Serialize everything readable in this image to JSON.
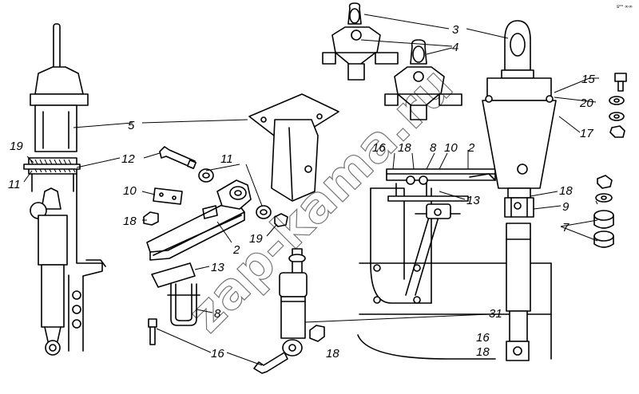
{
  "watermark": "zap-kama.ru",
  "corner_mark": "sᵒᵒ ∞∞",
  "labels": [
    {
      "id": "l3",
      "text": "3"
    },
    {
      "id": "l4",
      "text": "4"
    },
    {
      "id": "l5",
      "text": "5"
    },
    {
      "id": "l15",
      "text": "15"
    },
    {
      "id": "l20",
      "text": "20"
    },
    {
      "id": "l17",
      "text": "17"
    },
    {
      "id": "l19a",
      "text": "19"
    },
    {
      "id": "l11a",
      "text": "11"
    },
    {
      "id": "l12",
      "text": "12"
    },
    {
      "id": "l11b",
      "text": "11"
    },
    {
      "id": "l10a",
      "text": "10"
    },
    {
      "id": "l18a",
      "text": "18"
    },
    {
      "id": "l19b",
      "text": "19"
    },
    {
      "id": "l2a",
      "text": "2"
    },
    {
      "id": "l13a",
      "text": "13"
    },
    {
      "id": "l8a",
      "text": "8"
    },
    {
      "id": "l16a",
      "text": "16"
    },
    {
      "id": "l18b",
      "text": "18"
    },
    {
      "id": "l16b",
      "text": "16"
    },
    {
      "id": "l18c",
      "text": "18"
    },
    {
      "id": "l8b",
      "text": "8"
    },
    {
      "id": "l10b",
      "text": "10"
    },
    {
      "id": "l2b",
      "text": "2"
    },
    {
      "id": "l13b",
      "text": "13"
    },
    {
      "id": "l18d",
      "text": "18"
    },
    {
      "id": "l9",
      "text": "9"
    },
    {
      "id": "l7",
      "text": "7"
    },
    {
      "id": "l31",
      "text": "31"
    },
    {
      "id": "l16c",
      "text": "16"
    },
    {
      "id": "l18e",
      "text": "18"
    }
  ]
}
